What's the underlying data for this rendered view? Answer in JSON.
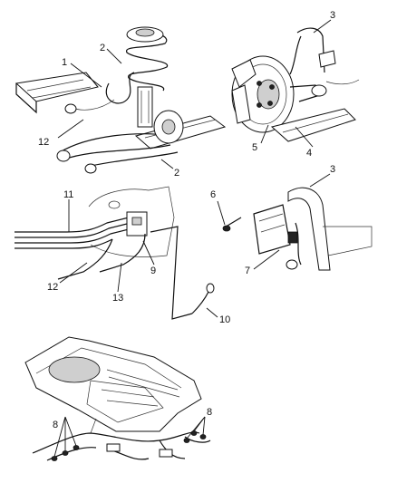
{
  "callouts": {
    "c1": "1",
    "c2a": "2",
    "c2b": "2",
    "c3a": "3",
    "c3b": "3",
    "c4": "4",
    "c5": "5",
    "c6": "6",
    "c7": "7",
    "c8a": "8",
    "c8b": "8",
    "c9": "9",
    "c10": "10",
    "c11": "11",
    "c12a": "12",
    "c12b": "12",
    "c13": "13"
  }
}
